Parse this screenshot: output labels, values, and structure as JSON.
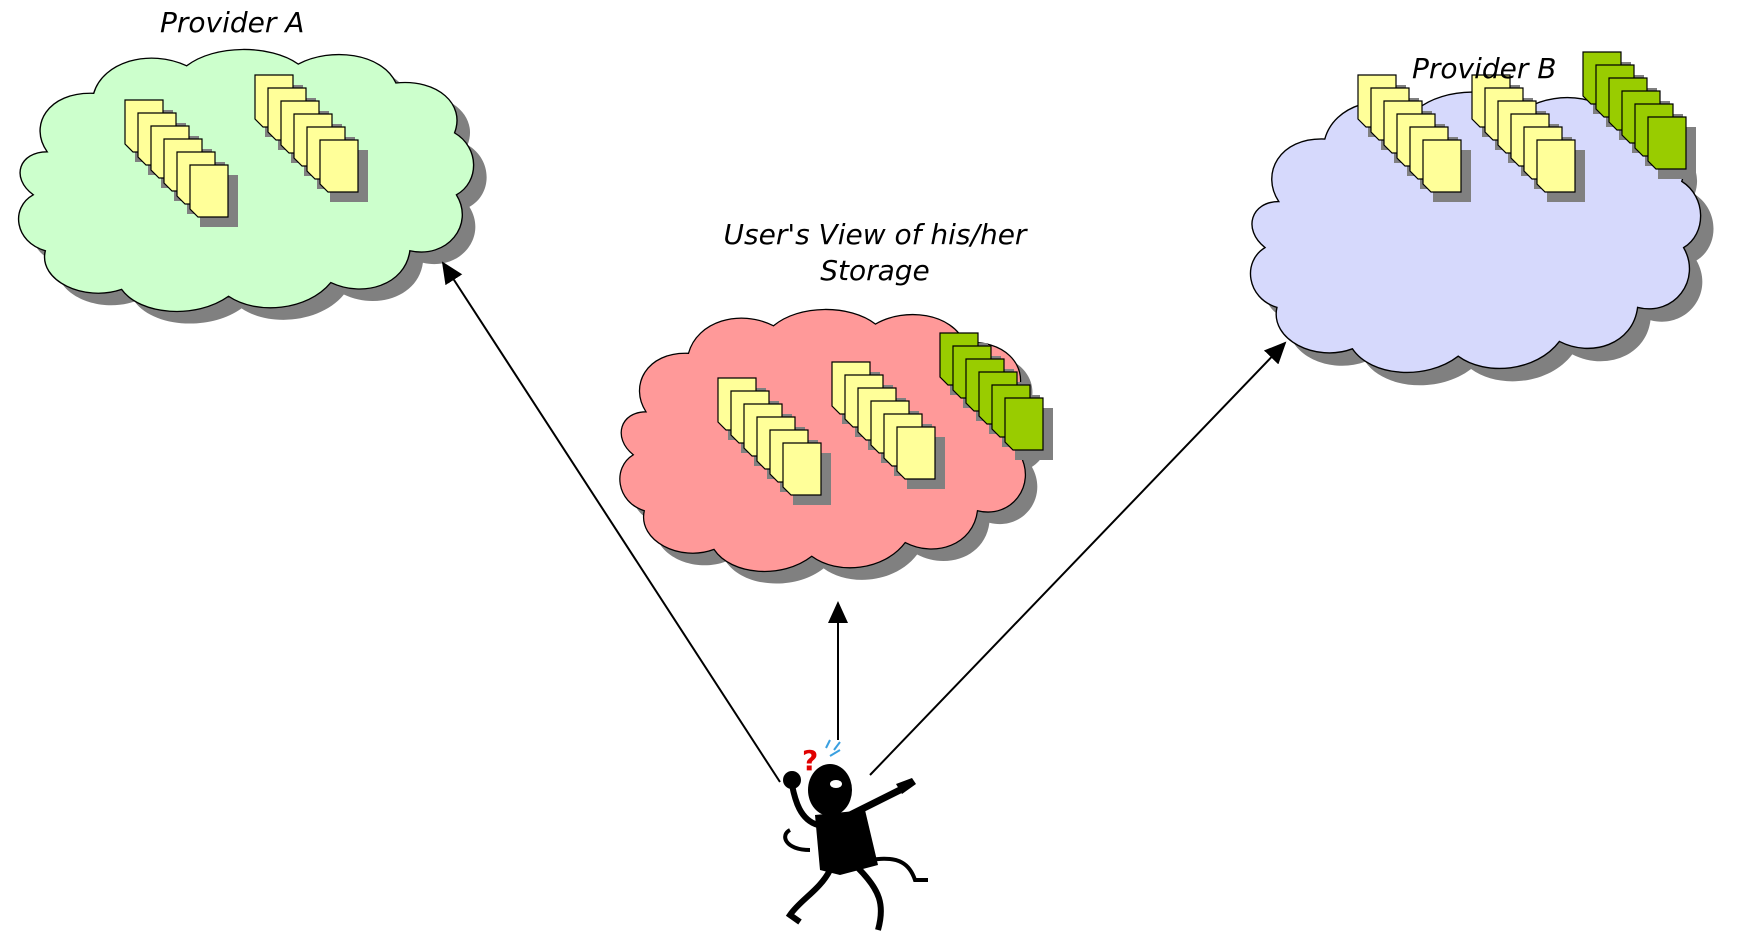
{
  "labels": {
    "provider_a": "Provider A",
    "provider_b": "Provider B",
    "user_view_line1": "User's View of his/her",
    "user_view_line2": "Storage"
  },
  "colors": {
    "provider_a_cloud": "#ccffcc",
    "provider_b_cloud": "#d6d9fc",
    "user_view_cloud": "#ff9999",
    "file_yellow": "#ffff99",
    "file_green": "#99cc00",
    "shadow": "#808080",
    "arrow": "#000000"
  },
  "clouds": {
    "provider_a": {
      "stacks": [
        "yellow",
        "yellow"
      ]
    },
    "user_view": {
      "stacks": [
        "yellow",
        "yellow",
        "green"
      ]
    },
    "provider_b": {
      "stacks": [
        "yellow",
        "yellow",
        "green"
      ]
    }
  },
  "icons": {
    "user": "confused-person-icon",
    "question": "question-mark-icon"
  }
}
